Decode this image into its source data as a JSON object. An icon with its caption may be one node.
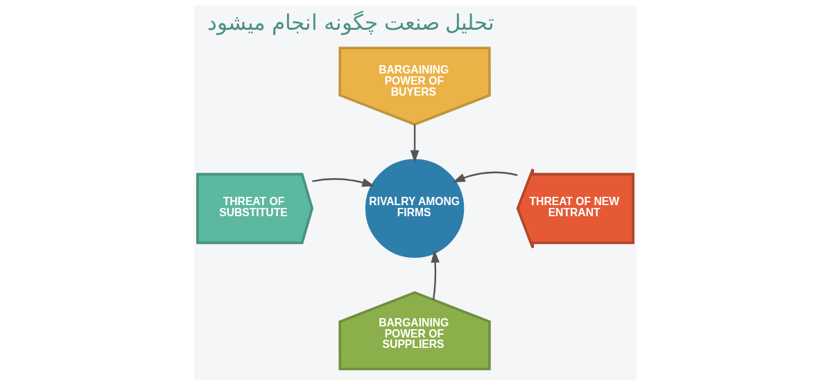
{
  "diagram": {
    "title": "تحلیل صنعت چگونه انجام میشود",
    "nodes": [
      {
        "text": [
          "BARGAINING POWER OF BUYERS"
        ]
      },
      {
        "text": [
          "THREAT OF SUBSTITUTE"
        ]
      },
      {
        "text": [
          "RIVALRY AMONG FIRMS"
        ]
      },
      {
        "text": [
          "THREAT OF NEW ENTRANT"
        ]
      },
      {
        "text": [
          "BARGAINING POWER OF SUPPLIERS"
        ]
      }
    ],
    "edges": [
      {
        "from": 0,
        "to": 2,
        "arrow": "to"
      },
      {
        "from": 1,
        "to": 2,
        "arrow": "to"
      },
      {
        "from": 3,
        "to": 2,
        "arrow": "to"
      },
      {
        "from": 4,
        "to": 2,
        "arrow": "to"
      }
    ]
  }
}
